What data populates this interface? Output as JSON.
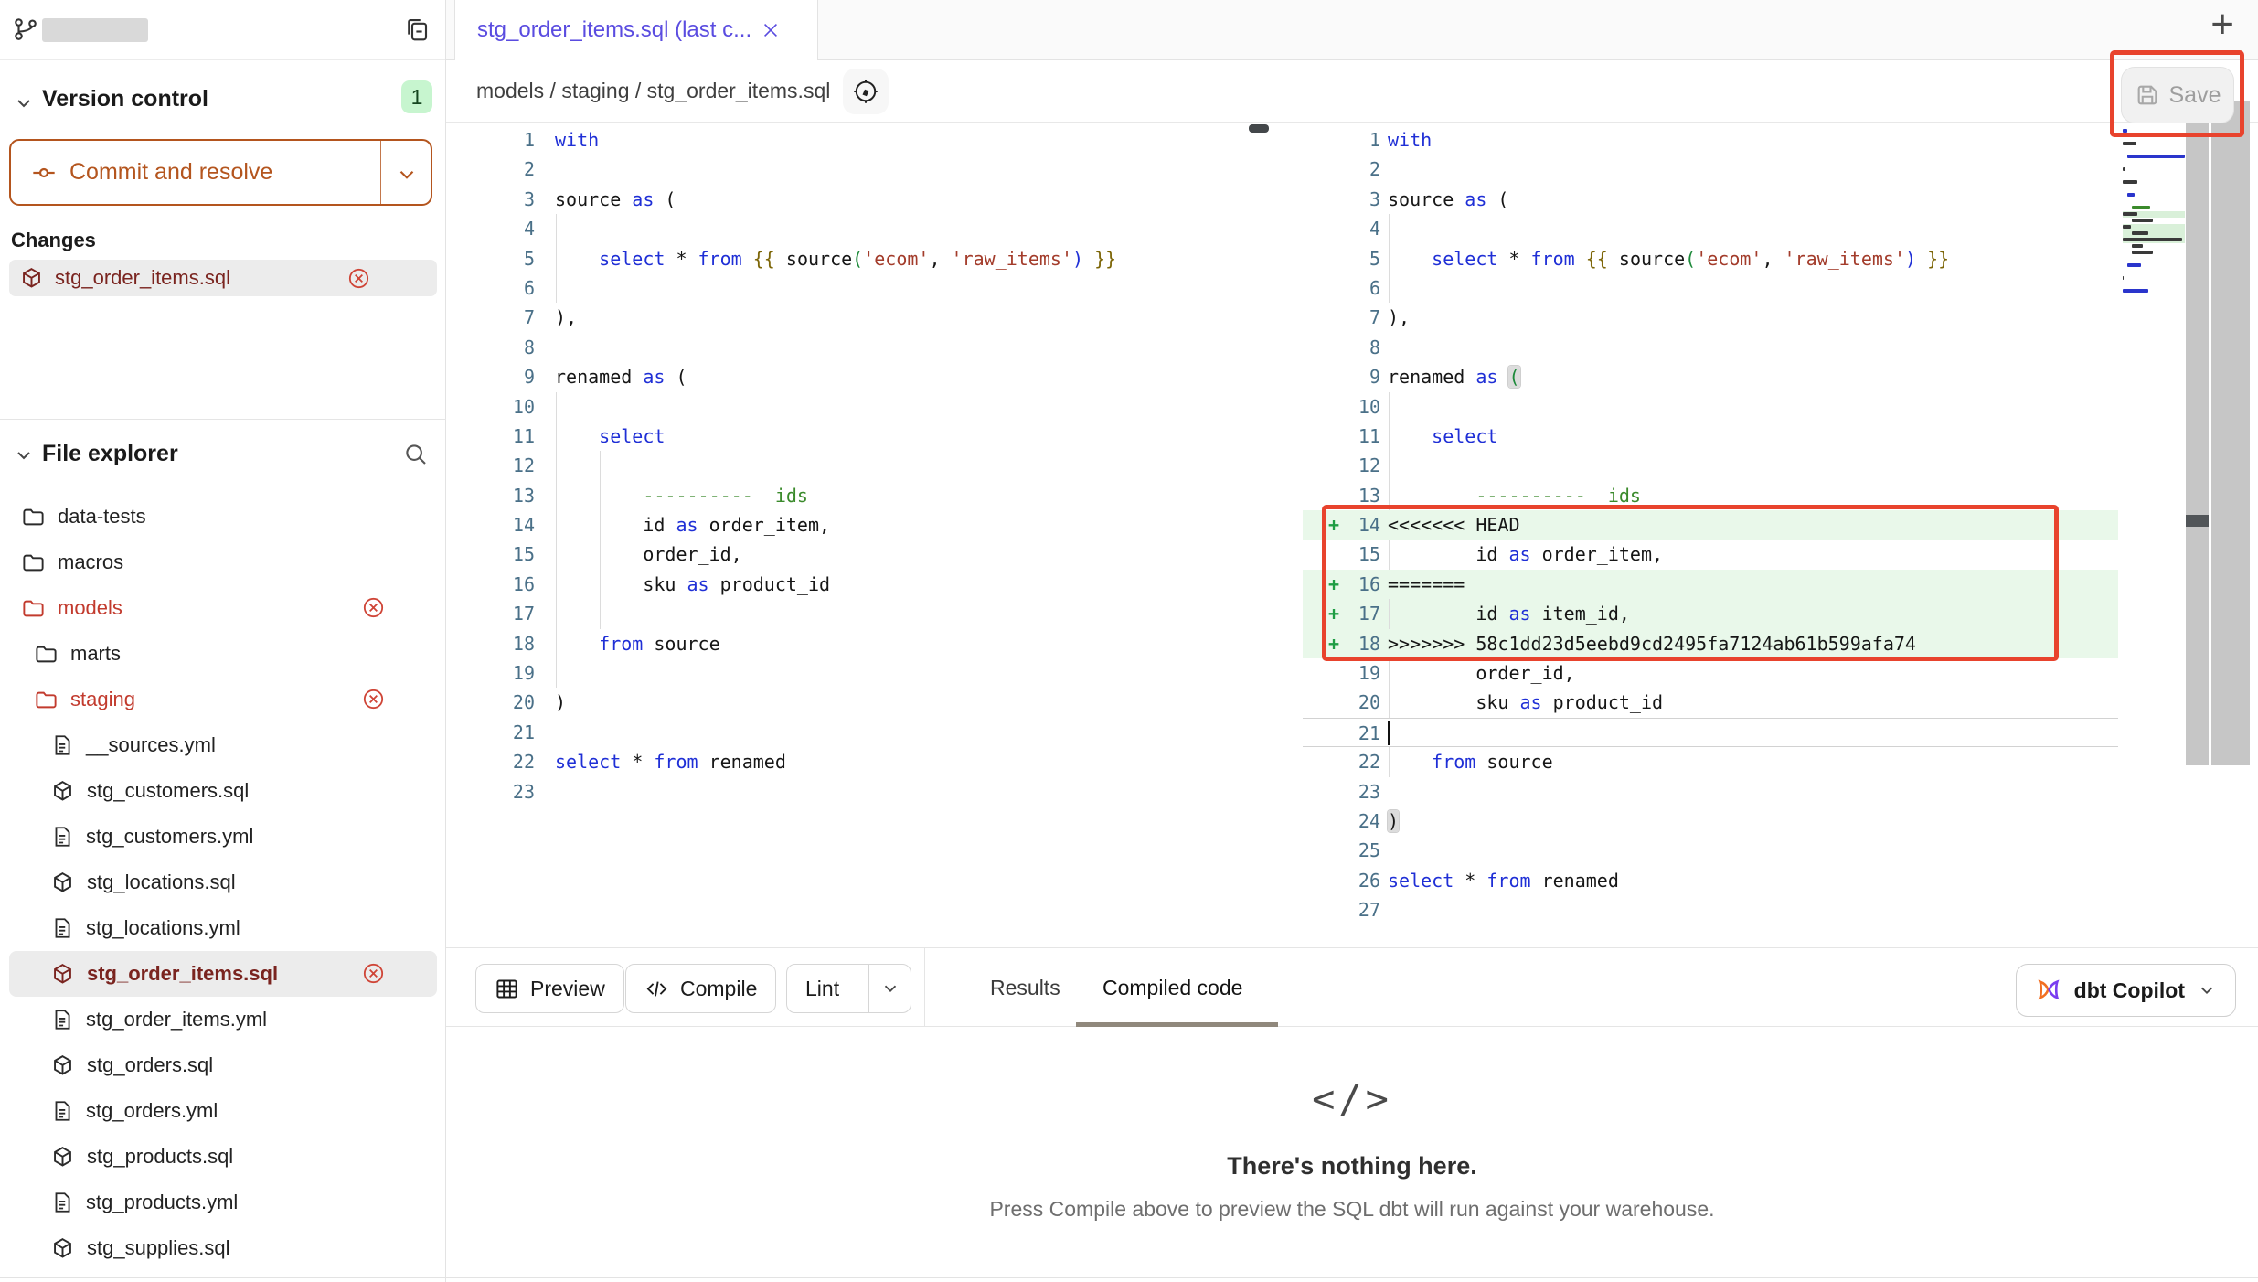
{
  "colors": {
    "accent_orange": "#b4551e",
    "annotation_red": "#e8432d",
    "tab_purple": "#5a4ce0",
    "file_red": "#c23b2e",
    "file_maroon": "#7a241f",
    "badge_green_bg": "#c7f5cf",
    "conflict_green_bg": "#e9f8ea",
    "diff_plus_green": "#1f9d44",
    "code_keyword_blue": "#1f2fd6",
    "code_string_red": "#a33c2b",
    "code_comment_green": "#3a8a2b",
    "code_jinja_olive": "#7d6608",
    "code_paren_green": "#1d8a3a",
    "code_line_number": "#4a7088"
  },
  "icons": {
    "new_tab": "+",
    "empty_code": "</>",
    "diff_added_marker": "+"
  },
  "sidebar": {
    "version_control": {
      "title": "Version control",
      "badge": "1",
      "commit_button_label": "Commit and resolve",
      "changes_label": "Changes",
      "changes": [
        {
          "name": "stg_order_items.sql"
        }
      ]
    },
    "file_explorer": {
      "title": "File explorer",
      "items": [
        {
          "label": "data-tests",
          "icon": "folder",
          "indent": 0
        },
        {
          "label": "macros",
          "icon": "folder",
          "indent": 0
        },
        {
          "label": "models",
          "icon": "folder",
          "indent": 0,
          "red": true,
          "removable": true
        },
        {
          "label": "marts",
          "icon": "folder",
          "indent": 1
        },
        {
          "label": "staging",
          "icon": "folder",
          "indent": 1,
          "red": true,
          "removable": true
        },
        {
          "label": "__sources.yml",
          "icon": "doc",
          "indent": 2
        },
        {
          "label": "stg_customers.sql",
          "icon": "model",
          "indent": 2
        },
        {
          "label": "stg_customers.yml",
          "icon": "doc",
          "indent": 2
        },
        {
          "label": "stg_locations.sql",
          "icon": "model",
          "indent": 2
        },
        {
          "label": "stg_locations.yml",
          "icon": "doc",
          "indent": 2
        },
        {
          "label": "stg_order_items.sql",
          "icon": "model",
          "indent": 2,
          "selected": true,
          "removable": true
        },
        {
          "label": "stg_order_items.yml",
          "icon": "doc",
          "indent": 2
        },
        {
          "label": "stg_orders.sql",
          "icon": "model",
          "indent": 2
        },
        {
          "label": "stg_orders.yml",
          "icon": "doc",
          "indent": 2
        },
        {
          "label": "stg_products.sql",
          "icon": "model",
          "indent": 2
        },
        {
          "label": "stg_products.yml",
          "icon": "doc",
          "indent": 2
        },
        {
          "label": "stg_supplies.sql",
          "icon": "model",
          "indent": 2
        }
      ]
    }
  },
  "header": {
    "active_tab": "stg_order_items.sql (last c...",
    "breadcrumb": "models / staging / stg_order_items.sql",
    "save_label": "Save"
  },
  "editor": {
    "left_lines": [
      {
        "tok": [
          [
            "k",
            "with"
          ]
        ]
      },
      {
        "tok": []
      },
      {
        "tok": [
          [
            "t",
            "source "
          ],
          [
            "k",
            "as"
          ],
          [
            "t",
            " ("
          ]
        ]
      },
      {
        "tok": [],
        "guides": [
          0
        ]
      },
      {
        "tok": [
          [
            "t",
            "    "
          ],
          [
            "k",
            "select"
          ],
          [
            "t",
            " * "
          ],
          [
            "k",
            "from"
          ],
          [
            "t",
            " "
          ],
          [
            "j",
            "{{"
          ],
          [
            "t",
            " source"
          ],
          [
            "pg",
            "("
          ],
          [
            "s",
            "'ecom'"
          ],
          [
            "t",
            ", "
          ],
          [
            "s",
            "'raw_items'"
          ],
          [
            "pb",
            ")"
          ],
          [
            "t",
            " "
          ],
          [
            "j",
            "}}"
          ]
        ],
        "guides": [
          0
        ]
      },
      {
        "tok": [],
        "guides": [
          0
        ]
      },
      {
        "tok": [
          [
            "t",
            "),"
          ]
        ]
      },
      {
        "tok": []
      },
      {
        "tok": [
          [
            "t",
            "renamed "
          ],
          [
            "k",
            "as"
          ],
          [
            "t",
            " ("
          ]
        ]
      },
      {
        "tok": [],
        "guides": [
          0
        ]
      },
      {
        "tok": [
          [
            "t",
            "    "
          ],
          [
            "k",
            "select"
          ]
        ],
        "guides": [
          0
        ]
      },
      {
        "tok": [],
        "guides": [
          0,
          1
        ]
      },
      {
        "tok": [
          [
            "t",
            "        "
          ],
          [
            "c",
            "----------  ids"
          ]
        ],
        "guides": [
          0,
          1
        ]
      },
      {
        "tok": [
          [
            "t",
            "        id "
          ],
          [
            "k",
            "as"
          ],
          [
            "t",
            " order_item,"
          ]
        ],
        "guides": [
          0,
          1
        ]
      },
      {
        "tok": [
          [
            "t",
            "        order_id,"
          ]
        ],
        "guides": [
          0,
          1
        ]
      },
      {
        "tok": [
          [
            "t",
            "        sku "
          ],
          [
            "k",
            "as"
          ],
          [
            "t",
            " product_id"
          ]
        ],
        "guides": [
          0,
          1
        ]
      },
      {
        "tok": [],
        "guides": [
          0,
          1
        ]
      },
      {
        "tok": [
          [
            "t",
            "    "
          ],
          [
            "k",
            "from"
          ],
          [
            "t",
            " source"
          ]
        ],
        "guides": [
          0
        ]
      },
      {
        "tok": [],
        "guides": [
          0
        ]
      },
      {
        "tok": [
          [
            "t",
            ")"
          ]
        ]
      },
      {
        "tok": []
      },
      {
        "tok": [
          [
            "k",
            "select"
          ],
          [
            "t",
            " * "
          ],
          [
            "k",
            "from"
          ],
          [
            "t",
            " renamed"
          ]
        ]
      },
      {
        "tok": []
      }
    ],
    "right_lines": [
      {
        "tok": [
          [
            "k",
            "with"
          ]
        ]
      },
      {
        "tok": []
      },
      {
        "tok": [
          [
            "t",
            "source "
          ],
          [
            "k",
            "as"
          ],
          [
            "t",
            " ("
          ]
        ]
      },
      {
        "tok": [],
        "guides": [
          0
        ]
      },
      {
        "tok": [
          [
            "t",
            "    "
          ],
          [
            "k",
            "select"
          ],
          [
            "t",
            " * "
          ],
          [
            "k",
            "from"
          ],
          [
            "t",
            " "
          ],
          [
            "j",
            "{{"
          ],
          [
            "t",
            " source"
          ],
          [
            "pg",
            "("
          ],
          [
            "s",
            "'ecom'"
          ],
          [
            "t",
            ", "
          ],
          [
            "s",
            "'raw_items'"
          ],
          [
            "pb",
            ")"
          ],
          [
            "t",
            " "
          ],
          [
            "j",
            "}}"
          ]
        ],
        "guides": [
          0
        ]
      },
      {
        "tok": [],
        "guides": [
          0
        ]
      },
      {
        "tok": [
          [
            "t",
            "),"
          ]
        ]
      },
      {
        "tok": []
      },
      {
        "tok": [
          [
            "t",
            "renamed "
          ],
          [
            "k",
            "as"
          ],
          [
            "t",
            " "
          ],
          [
            "pg hl",
            "("
          ]
        ]
      },
      {
        "tok": [],
        "guides": [
          0
        ]
      },
      {
        "tok": [
          [
            "t",
            "    "
          ],
          [
            "k",
            "select"
          ]
        ],
        "guides": [
          0
        ]
      },
      {
        "tok": [],
        "guides": [
          0,
          1
        ]
      },
      {
        "tok": [
          [
            "t",
            "        "
          ],
          [
            "c",
            "----------  ids"
          ]
        ],
        "guides": [
          0,
          1
        ]
      },
      {
        "tok": [
          [
            "t",
            "<<<<<<< HEAD"
          ]
        ],
        "green": true,
        "plus": true
      },
      {
        "tok": [
          [
            "t",
            "        id "
          ],
          [
            "k",
            "as"
          ],
          [
            "t",
            " order_item,"
          ]
        ],
        "guides": [
          0,
          1
        ]
      },
      {
        "tok": [
          [
            "t",
            "======="
          ]
        ],
        "green": true,
        "plus": true
      },
      {
        "tok": [
          [
            "t",
            "        id "
          ],
          [
            "k",
            "as"
          ],
          [
            "t",
            " item_id,"
          ]
        ],
        "green": true,
        "plus": true,
        "guides": [
          0,
          1
        ]
      },
      {
        "tok": [
          [
            "t",
            ">>>>>>> 58c1dd23d5eebd9cd2495fa7124ab61b599afa74"
          ]
        ],
        "green": true,
        "plus": true
      },
      {
        "tok": [
          [
            "t",
            "        order_id,"
          ]
        ],
        "guides": [
          0,
          1
        ]
      },
      {
        "tok": [
          [
            "t",
            "        sku "
          ],
          [
            "k",
            "as"
          ],
          [
            "t",
            " product_id"
          ]
        ],
        "guides": [
          0,
          1
        ]
      },
      {
        "tok": [],
        "cursor": true
      },
      {
        "tok": [
          [
            "t",
            "    "
          ],
          [
            "k",
            "from"
          ],
          [
            "t",
            " source"
          ]
        ],
        "guides": [
          0
        ]
      },
      {
        "tok": []
      },
      {
        "tok": [
          [
            "t hl",
            ")"
          ]
        ]
      },
      {
        "tok": []
      },
      {
        "tok": [
          [
            "k",
            "select"
          ],
          [
            "t",
            " * "
          ],
          [
            "k",
            "from"
          ],
          [
            "t",
            " renamed"
          ]
        ]
      },
      {
        "tok": []
      }
    ]
  },
  "bottom": {
    "preview_label": "Preview",
    "compile_label": "Compile",
    "lint_label": "Lint",
    "tabs": [
      "Results",
      "Compiled code"
    ],
    "active_tab": "Compiled code",
    "empty_title": "There's nothing here.",
    "empty_subtitle": "Press Compile above to preview the SQL dbt will run against your warehouse.",
    "copilot_label": "dbt Copilot"
  }
}
